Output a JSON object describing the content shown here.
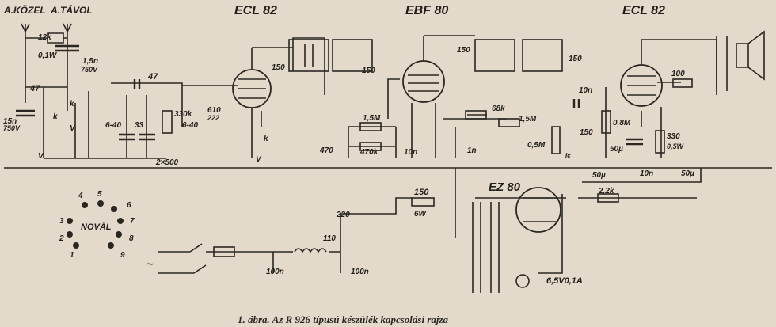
{
  "tubes": {
    "ecl82_left": "ECL 82",
    "ebf80": "EBF 80",
    "ecl82_right": "ECL 82",
    "ez80": "EZ 80"
  },
  "antenna": {
    "near": "A.KÖZEL",
    "far": "A.TÁVOL"
  },
  "socket": {
    "name": "NOVÁL",
    "pins": [
      "1",
      "2",
      "3",
      "4",
      "5",
      "6",
      "7",
      "8",
      "9"
    ]
  },
  "labels": {
    "r12k": "12k",
    "r01w": "0,1W",
    "c15n_top": "1,5n",
    "v750_top": "750V",
    "c15n_left": "15n",
    "v750_left": "750V",
    "c47_left": "47",
    "c47_mid": "47",
    "c640_a": "6-40",
    "c33": "33",
    "r330k": "330k",
    "c640_b": "6-40",
    "c2x500": "2×500",
    "c610": "610",
    "c222": "222",
    "c150_a": "150",
    "c150_b": "150",
    "c150_c": "150",
    "c150_d": "150",
    "r15m_a": "1,5M",
    "r470k": "470k",
    "c470": "470",
    "c10n_a": "10n",
    "c1n": "1n",
    "r68k": "68k",
    "r15m_b": "1,5M",
    "c150_e": "150",
    "r05m": "0,5M",
    "c10n_b": "10n",
    "r100": "100",
    "r08m": "0,8M",
    "c50u_a": "50µ",
    "r330": "330",
    "r05w": "0,5W",
    "c50u_b": "50µ",
    "c10n_c": "10n",
    "c50u_c": "50µ",
    "r22k": "2,2k",
    "r150": "150",
    "r6w": "6W",
    "v220": "220",
    "v110": "110",
    "c100n_a": "100n",
    "c100n_b": "100n",
    "lamp": "6,5V0,1A",
    "k": "k",
    "v": "V",
    "tilde": "~",
    "ic": "Ic"
  },
  "caption": "1. ábra. Az R 926 típusú készülék kapcsolási rajza"
}
